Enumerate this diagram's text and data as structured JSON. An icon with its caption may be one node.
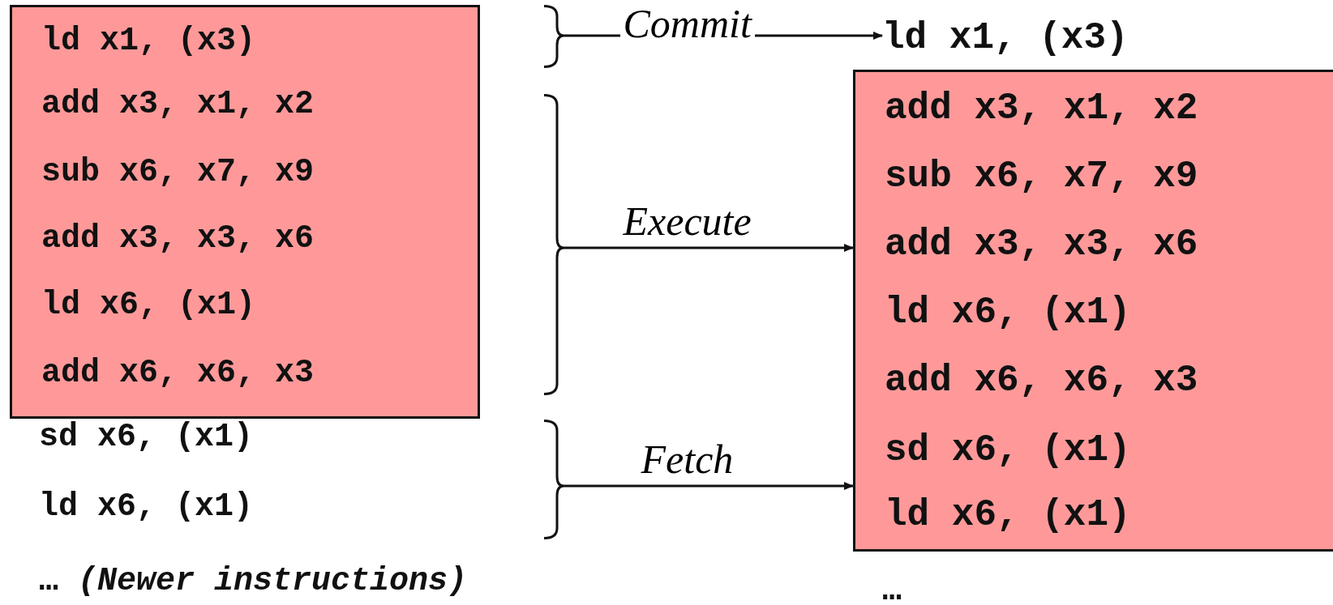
{
  "diagram": {
    "nodes": [
      {
        "text": [],
        "shape": "box"
      },
      {
        "text": [
          "ld x1, (x3)"
        ],
        "in": 0
      },
      {
        "text": [
          "add x3, x1, x2"
        ],
        "in": 0
      },
      {
        "text": [
          "sub x6, x7, x9"
        ],
        "in": 0
      },
      {
        "text": [
          "add x3, x3, x6"
        ],
        "in": 0
      },
      {
        "text": [
          "ld x6, (x1)"
        ],
        "in": 0
      },
      {
        "text": [
          "add x6, x6, x3"
        ],
        "in": 0
      },
      {
        "text": [
          "sd x6, (x1)"
        ]
      },
      {
        "text": [
          "ld x6, (x1)"
        ]
      },
      {
        "text": [
          "… *(Newer instructions)*"
        ]
      },
      {
        "text": [],
        "shape": "brace"
      },
      {
        "text": [],
        "shape": "brace"
      },
      {
        "text": [],
        "shape": "brace"
      },
      {
        "text": [
          "ld x1, (x3)"
        ]
      },
      {
        "text": [],
        "shape": "box"
      },
      {
        "text": [
          "add x3, x1, x2"
        ],
        "in": 14
      },
      {
        "text": [
          "sub x6, x7, x9"
        ],
        "in": 14
      },
      {
        "text": [
          "add x3, x3, x6"
        ],
        "in": 14
      },
      {
        "text": [
          "ld x6, (x1)"
        ],
        "in": 14
      },
      {
        "text": [
          "add x6, x6, x3"
        ],
        "in": 14
      },
      {
        "text": [
          "sd x6, (x1)"
        ],
        "in": 14
      },
      {
        "text": [
          "ld x6, (x1)"
        ],
        "in": 14
      },
      {
        "text": [
          "…"
        ]
      }
    ],
    "edges": [
      {
        "from": 10,
        "to": 13,
        "arrow": "to",
        "label": "Commit"
      },
      {
        "from": 11,
        "to": 14,
        "arrow": "to",
        "label": "Execute"
      },
      {
        "from": 12,
        "to": 14,
        "arrow": "to",
        "label": "Fetch"
      }
    ]
  }
}
